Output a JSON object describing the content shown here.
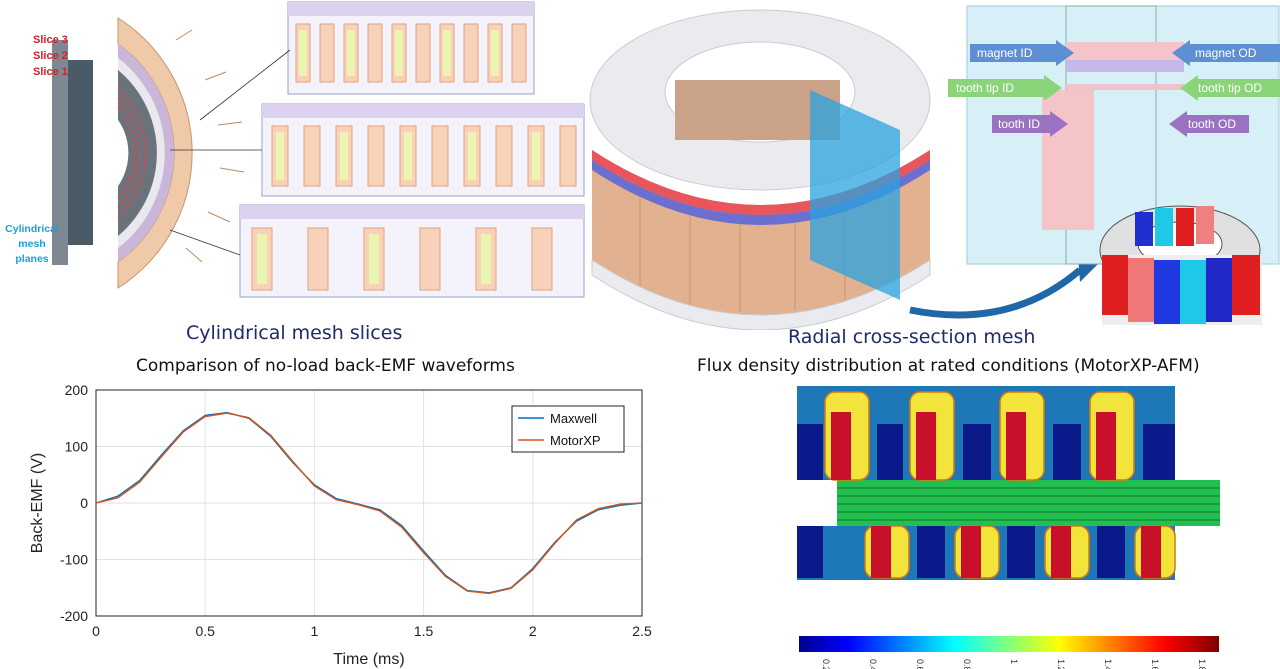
{
  "top_left": {
    "slice_labels": [
      "Slice 3",
      "Slice 2",
      "Slice 1"
    ],
    "cyl_label_lines": [
      "Cylindrical",
      "mesh",
      "planes"
    ],
    "caption": "Cylindrical mesh slices"
  },
  "top_right": {
    "caption": "Radial cross-section mesh",
    "arrow_labels": {
      "magnet_id": "magnet ID",
      "magnet_od": "magnet OD",
      "tooth_tip_id": "tooth tip ID",
      "tooth_tip_od": "tooth tip OD",
      "tooth_id": "tooth ID",
      "tooth_od": "tooth OD"
    }
  },
  "bottom_left": {
    "title": "Comparison of no-load back-EMF waveforms"
  },
  "bottom_right": {
    "title": "Flux density distribution at rated conditions (MotorXP-AFM)",
    "colorbar_ticks": [
      "0.2",
      "0.4",
      "0.6",
      "0.8",
      "1",
      "1.2",
      "1.4",
      "1.6",
      "1.8"
    ]
  },
  "chart_data": {
    "type": "line",
    "xlabel": "Time (ms)",
    "ylabel": "Back-EMF (V)",
    "xlim": [
      0,
      2.5
    ],
    "ylim": [
      -200,
      200
    ],
    "xticks": [
      "0",
      "0.5",
      "1",
      "1.5",
      "2",
      "2.5"
    ],
    "yticks": [
      "200",
      "100",
      "0",
      "-100",
      "-200"
    ],
    "grid": true,
    "legend_position": "top-right",
    "x": [
      0,
      0.1,
      0.2,
      0.3,
      0.4,
      0.5,
      0.6,
      0.7,
      0.8,
      0.9,
      1.0,
      1.1,
      1.2,
      1.3,
      1.4,
      1.5,
      1.6,
      1.7,
      1.8,
      1.9,
      2.0,
      2.1,
      2.2,
      2.3,
      2.4,
      2.5
    ],
    "series": [
      {
        "name": "Maxwell",
        "color": "#0072BD",
        "values": [
          0,
          12,
          40,
          85,
          128,
          155,
          160,
          150,
          118,
          72,
          32,
          8,
          -2,
          -12,
          -40,
          -85,
          -128,
          -155,
          -159,
          -150,
          -116,
          -70,
          -32,
          -12,
          -4,
          0
        ]
      },
      {
        "name": "MotorXP",
        "color": "#D95319",
        "values": [
          0,
          9,
          37,
          82,
          126,
          153,
          159,
          151,
          120,
          74,
          30,
          6,
          -3,
          -14,
          -43,
          -88,
          -130,
          -156,
          -160,
          -151,
          -118,
          -72,
          -30,
          -10,
          -2,
          0
        ]
      }
    ]
  }
}
